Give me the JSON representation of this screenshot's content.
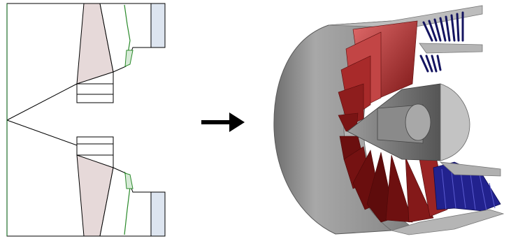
{
  "figure": {
    "left_panel": {
      "kind": "2d-meridional-cross-section",
      "line_color": "#000000",
      "hub_edge_color": "#1f6f2a",
      "blade_row_color": "#2a8a2a",
      "rotor_fill": "#e6d9d9",
      "outlet_fill": "#dde5f0",
      "duct_fill": "#ffffff"
    },
    "arrow": {
      "direction": "right",
      "color": "#000000"
    },
    "right_panel": {
      "kind": "3d-cutaway-render",
      "nacelle_color": "#9a9a9a",
      "fan_color": "#b23a3a",
      "stator_color": "#1a1a8c",
      "spinner_color": "#7a7a7a"
    }
  }
}
